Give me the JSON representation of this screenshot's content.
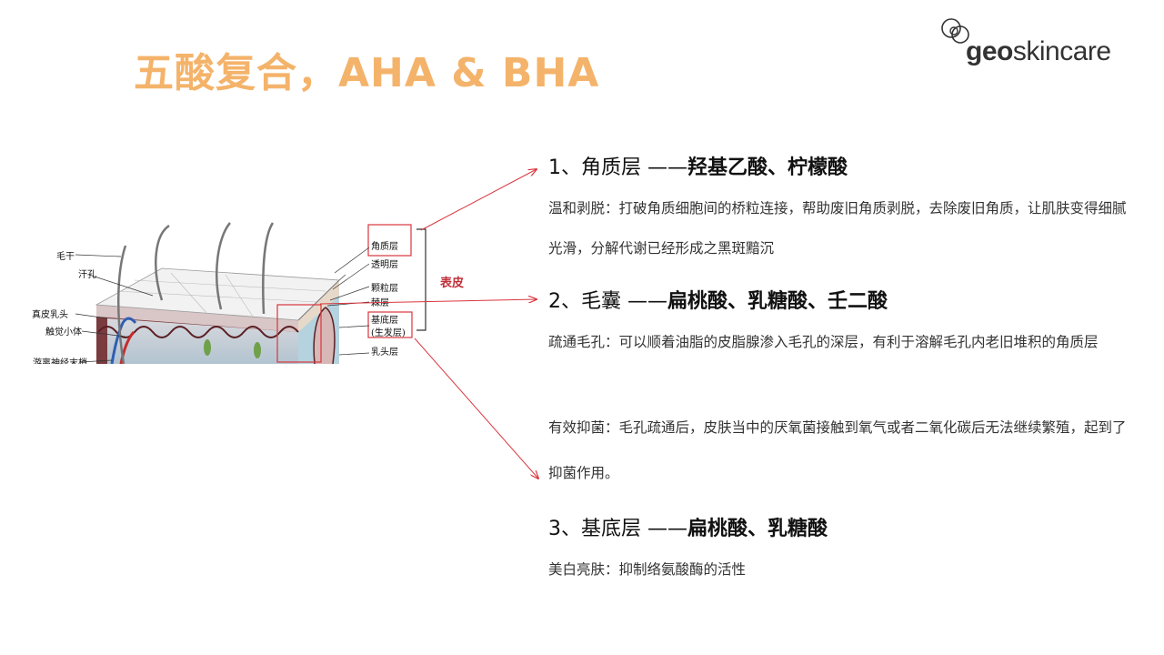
{
  "title": "五酸复合，AHA & BHA",
  "logo": {
    "bold": "geo",
    "rest": "skincare"
  },
  "diagram": {
    "labels_left": [
      "毛干",
      "汗孔",
      "真皮乳头",
      "触觉小体",
      "游离神经末梢"
    ],
    "labels_right": [
      "角质层",
      "透明层",
      "颗粒层",
      "棘层",
      "基底层",
      "(生发层)",
      "乳头层"
    ],
    "epidermis_label": "表皮"
  },
  "sections": [
    {
      "heading_plain": "1、角质层 ——",
      "heading_bold": "羟基乙酸、柠檬酸",
      "paragraphs": [
        "温和剥脱：打破角质细胞间的桥粒连接，帮助废旧角质剥脱，去除废旧角质，让肌肤变得细腻光滑，分解代谢已经形成之黑斑黯沉"
      ]
    },
    {
      "heading_plain": "2、毛囊 ——",
      "heading_bold": "扁桃酸、乳糖酸、壬二酸",
      "paragraphs": [
        "疏通毛孔：可以顺着油脂的皮脂腺渗入毛孔的深层，有利于溶解毛孔内老旧堆积的角质层",
        "有效抑菌：毛孔疏通后，皮肤当中的厌氧菌接触到氧气或者二氧化碳后无法继续繁殖，起到了抑菌作用。"
      ]
    },
    {
      "heading_plain": "3、基底层 ——",
      "heading_bold": "扁桃酸、乳糖酸",
      "paragraphs": [
        "美白亮肤：抑制络氨酸酶的活性"
      ]
    }
  ],
  "colors": {
    "title": "#f4b36a",
    "arrow": "#d9363e",
    "label_box": "#d9363e"
  }
}
